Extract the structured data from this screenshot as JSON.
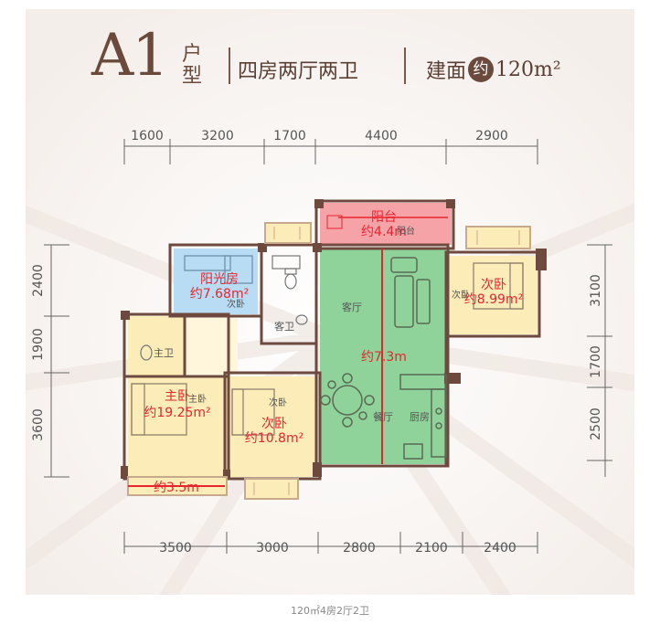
{
  "header": {
    "model_letter": "A1",
    "model_suffix": "户型",
    "layout": "四房两厅两卫",
    "area_prefix": "建面",
    "area_circle": "约",
    "area_value": "120m²"
  },
  "dimensions": {
    "top": [
      "1600",
      "3200",
      "1700",
      "4400",
      "2900"
    ],
    "bottom": [
      "3500",
      "3000",
      "2800",
      "2100",
      "2400"
    ],
    "left": [
      "2400",
      "1900",
      "3600"
    ],
    "right": [
      "3100",
      "1700",
      "2500"
    ]
  },
  "rooms": {
    "balcony_name": "阳台",
    "balcony_area": "约4.4m",
    "balcony_sub": "阳台",
    "sunroom_name": "阳光房",
    "sunroom_area": "约7.68m²",
    "sunroom_sub": "次卧",
    "living_label": "客厅",
    "living_width": "约7.3m",
    "guest_bath": "客卫",
    "bedroom_e_name": "次卧",
    "bedroom_e_area": "约8.99m²",
    "bedroom_e_sub": "次卧",
    "master_bath": "主卫",
    "master_bed_name": "主卧",
    "master_bed_area": "约19.25m²",
    "master_bed_sub": "主卧",
    "bedroom_s_name": "次卧",
    "bedroom_s_area": "约10.8m²",
    "bedroom_s_sub": "次卧",
    "dining_label": "餐厅",
    "kitchen_label": "厨房",
    "window_width": "约3.5m"
  },
  "colors": {
    "brand": "#6b4a3c",
    "label_red": "#e8252f",
    "living_green": "#8fd29a",
    "bedroom_yellow": "#fbecb8",
    "sunroom_blue": "#b7dcf3",
    "balcony_pink": "#f6a3a8",
    "wall_brown": "#6e4a3e"
  },
  "caption": "120㎡4房2厅2卫"
}
